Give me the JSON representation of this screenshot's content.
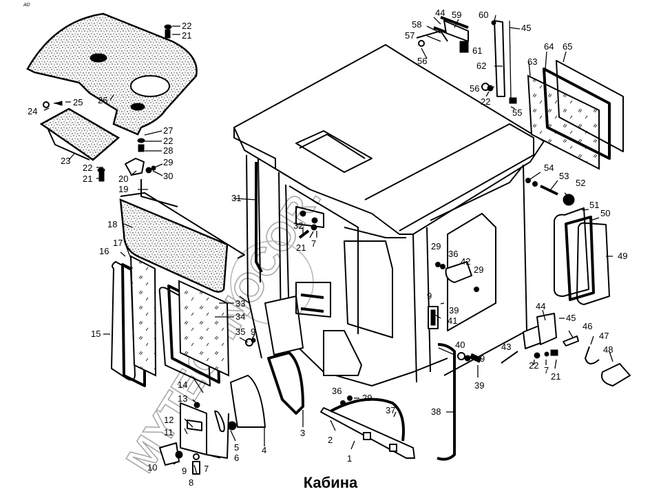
{
  "caption": "Кабина",
  "corner_mark": "AD",
  "watermark": "MYTECHNOCOR.RU",
  "colors": {
    "line": "#000000",
    "background": "#ffffff",
    "watermark": "#9a9a9a"
  },
  "callouts": [
    {
      "id": "c1",
      "label": "1",
      "part": "floor-step-plate"
    },
    {
      "id": "c2",
      "label": "2",
      "part": "step-plate-pin"
    },
    {
      "id": "c3",
      "label": "3",
      "part": "front-window-seal"
    },
    {
      "id": "c4",
      "label": "4",
      "part": "front-lower-glass"
    },
    {
      "id": "c5",
      "label": "5",
      "part": "hinge-knob"
    },
    {
      "id": "c6",
      "label": "6",
      "part": "hinge-bracket-plate"
    },
    {
      "id": "c7a",
      "label": "7",
      "part": "washer"
    },
    {
      "id": "c7b",
      "label": "7",
      "part": "washer"
    },
    {
      "id": "c7c",
      "label": "7",
      "part": "washer"
    },
    {
      "id": "c8",
      "label": "8",
      "part": "bolt"
    },
    {
      "id": "c9a",
      "label": "9",
      "part": "washer"
    },
    {
      "id": "c9b",
      "label": "9",
      "part": "washer"
    },
    {
      "id": "c9c",
      "label": "9",
      "part": "washer"
    },
    {
      "id": "c9d",
      "label": "9",
      "part": "washer"
    },
    {
      "id": "c10",
      "label": "10",
      "part": "hinge"
    },
    {
      "id": "c11",
      "label": "11",
      "part": "hinge-pin"
    },
    {
      "id": "c12",
      "label": "12",
      "part": "hinge-plate"
    },
    {
      "id": "c13",
      "label": "13",
      "part": "nut"
    },
    {
      "id": "c14",
      "label": "14",
      "part": "bracket"
    },
    {
      "id": "c15",
      "label": "15",
      "part": "window-frame"
    },
    {
      "id": "c16",
      "label": "16",
      "part": "window-seal"
    },
    {
      "id": "c17",
      "label": "17",
      "part": "window-glass"
    },
    {
      "id": "c18",
      "label": "18",
      "part": "side-panel"
    },
    {
      "id": "c19",
      "label": "19",
      "part": "panel-rod"
    },
    {
      "id": "c20",
      "label": "20",
      "part": "mounting-bracket"
    },
    {
      "id": "c21a",
      "label": "21",
      "part": "bolt"
    },
    {
      "id": "c21b",
      "label": "21",
      "part": "bolt"
    },
    {
      "id": "c21c",
      "label": "21",
      "part": "bolt"
    },
    {
      "id": "c21d",
      "label": "21",
      "part": "bolt"
    },
    {
      "id": "c22a",
      "label": "22",
      "part": "nut"
    },
    {
      "id": "c22b",
      "label": "22",
      "part": "nut"
    },
    {
      "id": "c22c",
      "label": "22",
      "part": "nut"
    },
    {
      "id": "c22d",
      "label": "22",
      "part": "nut"
    },
    {
      "id": "c22e",
      "label": "22",
      "part": "nut"
    },
    {
      "id": "c23",
      "label": "23",
      "part": "tray"
    },
    {
      "id": "c24",
      "label": "24",
      "part": "grommet"
    },
    {
      "id": "c25",
      "label": "25",
      "part": "screw"
    },
    {
      "id": "c26",
      "label": "26",
      "part": "roof-liner"
    },
    {
      "id": "c27",
      "label": "27",
      "part": "spacer"
    },
    {
      "id": "c28",
      "label": "28",
      "part": "bushing"
    },
    {
      "id": "c29a",
      "label": "29",
      "part": "nut"
    },
    {
      "id": "c29b",
      "label": "29",
      "part": "nut"
    },
    {
      "id": "c29c",
      "label": "29",
      "part": "nut"
    },
    {
      "id": "c29d",
      "label": "29",
      "part": "nut"
    },
    {
      "id": "c30",
      "label": "30",
      "part": "washer"
    },
    {
      "id": "c31",
      "label": "31",
      "part": "door-seal"
    },
    {
      "id": "c32",
      "label": "32",
      "part": "latch"
    },
    {
      "id": "c33",
      "label": "33",
      "part": "front-window-frame"
    },
    {
      "id": "c34",
      "label": "34",
      "part": "front-window-seal"
    },
    {
      "id": "c35",
      "label": "35",
      "part": "bolt"
    },
    {
      "id": "c36a",
      "label": "36",
      "part": "washer"
    },
    {
      "id": "c36b",
      "label": "36",
      "part": "washer"
    },
    {
      "id": "c37",
      "label": "37",
      "part": "step-cover"
    },
    {
      "id": "c38",
      "label": "38",
      "part": "grab-handle"
    },
    {
      "id": "c39a",
      "label": "39",
      "part": "bolt"
    },
    {
      "id": "c39b",
      "label": "39",
      "part": "bolt"
    },
    {
      "id": "c40",
      "label": "40",
      "part": "spacer"
    },
    {
      "id": "c41",
      "label": "41",
      "part": "door-lock"
    },
    {
      "id": "c42",
      "label": "42",
      "part": "door-handle"
    },
    {
      "id": "c43",
      "label": "43",
      "part": "hinge-pin"
    },
    {
      "id": "c44a",
      "label": "44",
      "part": "door-hinge"
    },
    {
      "id": "c44b",
      "label": "44",
      "part": "roof-hinge"
    },
    {
      "id": "c45a",
      "label": "45",
      "part": "cotter-pin"
    },
    {
      "id": "c45b",
      "label": "45",
      "part": "cotter-pin"
    },
    {
      "id": "c46",
      "label": "46",
      "part": "latch"
    },
    {
      "id": "c47",
      "label": "47",
      "part": "spring"
    },
    {
      "id": "c48",
      "label": "48",
      "part": "catch"
    },
    {
      "id": "c49",
      "label": "49",
      "part": "rear-glass"
    },
    {
      "id": "c50",
      "label": "50",
      "part": "rear-window-seal"
    },
    {
      "id": "c51",
      "label": "51",
      "part": "rear-window-frame"
    },
    {
      "id": "c52",
      "label": "52",
      "part": "knob"
    },
    {
      "id": "c53",
      "label": "53",
      "part": "stud"
    },
    {
      "id": "c54",
      "label": "54",
      "part": "nuts"
    },
    {
      "id": "c55",
      "label": "55",
      "part": "bolt"
    },
    {
      "id": "c56a",
      "label": "56",
      "part": "wing-nut"
    },
    {
      "id": "c56b",
      "label": "56",
      "part": "wing-nut"
    },
    {
      "id": "c57",
      "label": "57",
      "part": "pin"
    },
    {
      "id": "c58",
      "label": "58",
      "part": "rod"
    },
    {
      "id": "c59",
      "label": "59",
      "part": "spring"
    },
    {
      "id": "c60",
      "label": "60",
      "part": "bolt"
    },
    {
      "id": "c61",
      "label": "61",
      "part": "lock-block"
    },
    {
      "id": "c62",
      "label": "62",
      "part": "strap"
    },
    {
      "id": "c63",
      "label": "63",
      "part": "side-glass"
    },
    {
      "id": "c64",
      "label": "64",
      "part": "side-window-seal"
    },
    {
      "id": "c65",
      "label": "65",
      "part": "side-window-frame"
    }
  ]
}
